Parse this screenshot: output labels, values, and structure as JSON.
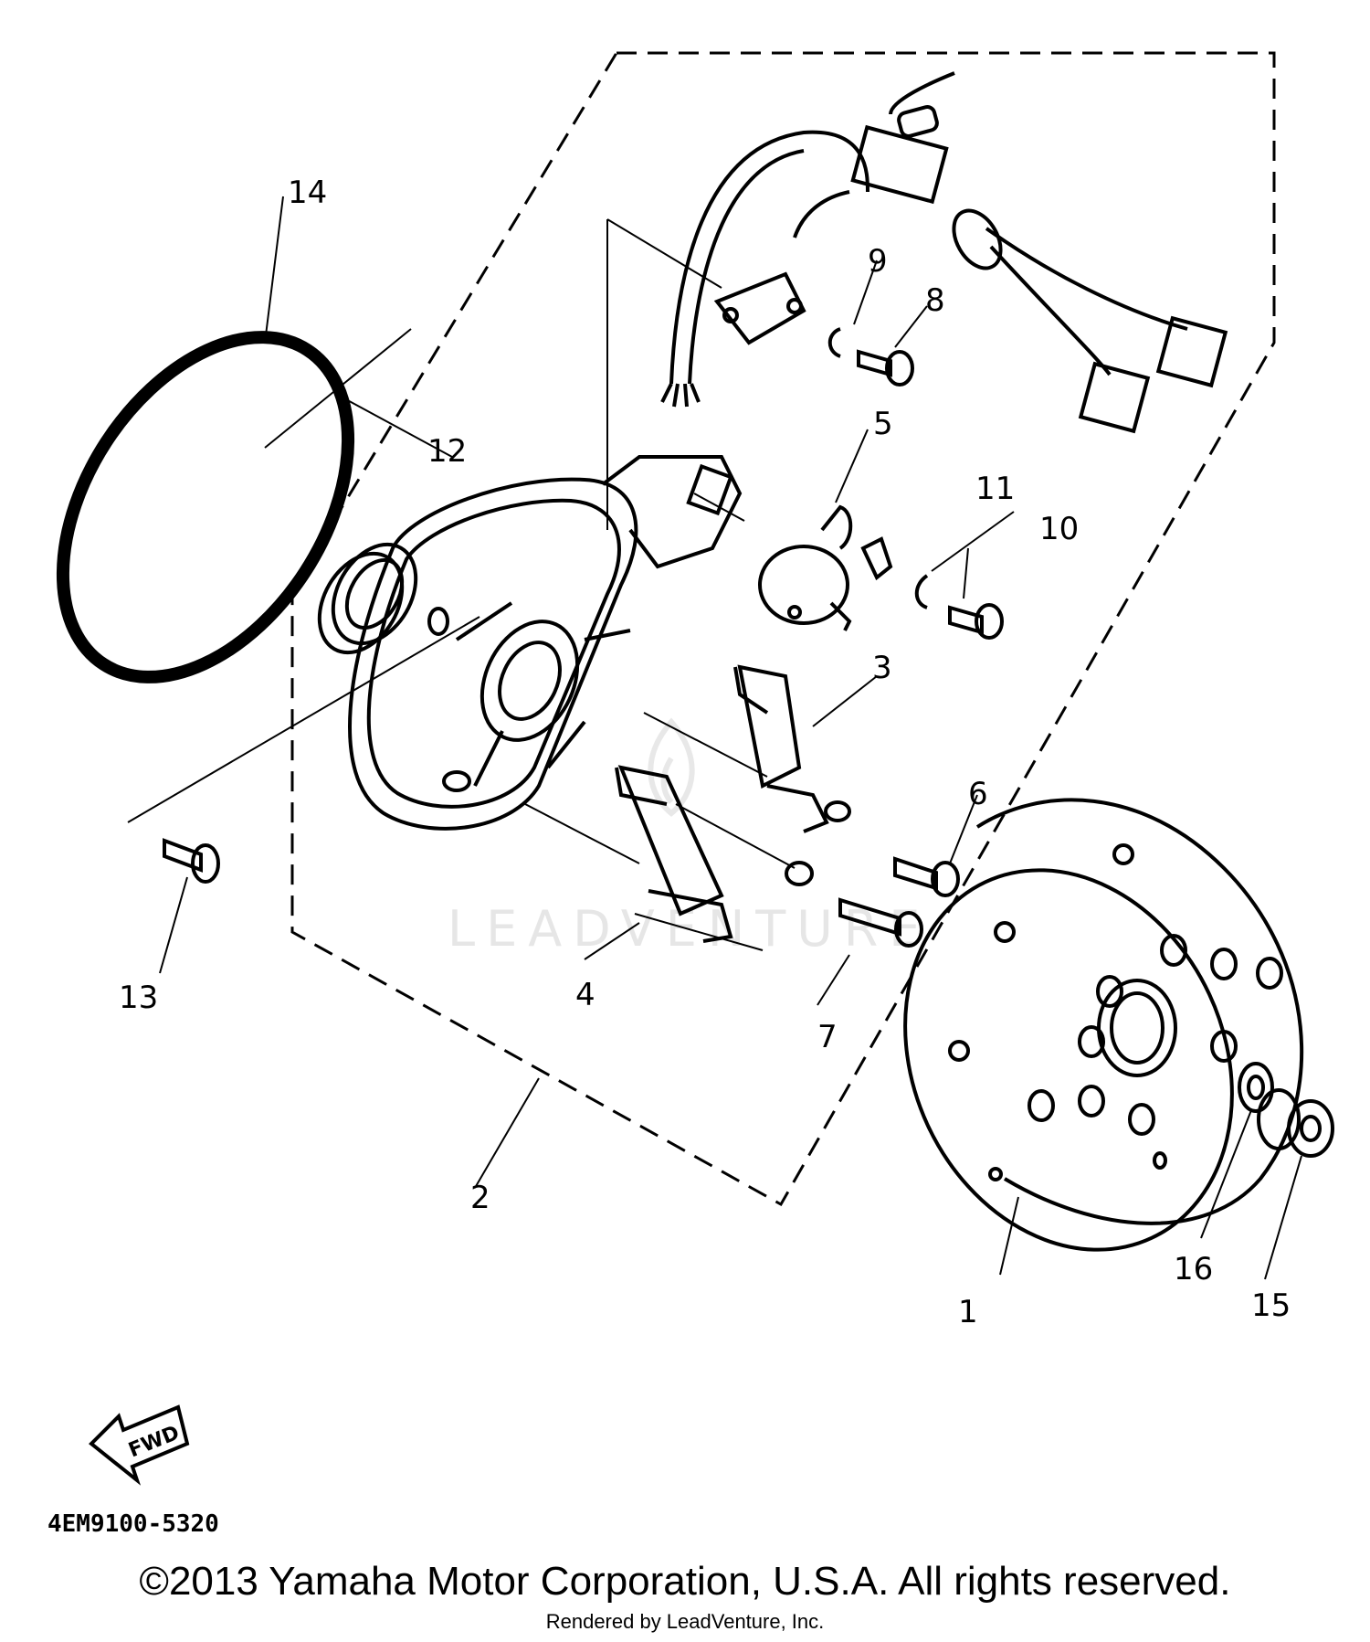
{
  "diagram": {
    "part_labels": {
      "p1": "1",
      "p2": "2",
      "p3": "3",
      "p4": "4",
      "p5": "5",
      "p6": "6",
      "p7": "7",
      "p8": "8",
      "p9": "9",
      "p10": "10",
      "p11": "11",
      "p12": "12",
      "p13": "13",
      "p14": "14",
      "p15": "15",
      "p16": "16"
    },
    "fwd_label": "FWD",
    "drawing_code": "4EM9100-5320",
    "watermark": "LEADVENTURE"
  },
  "footer": {
    "copyright": "©2013 Yamaha Motor Corporation, U.S.A. All rights reserved.",
    "rendered_by": "Rendered by LeadVenture, Inc."
  }
}
